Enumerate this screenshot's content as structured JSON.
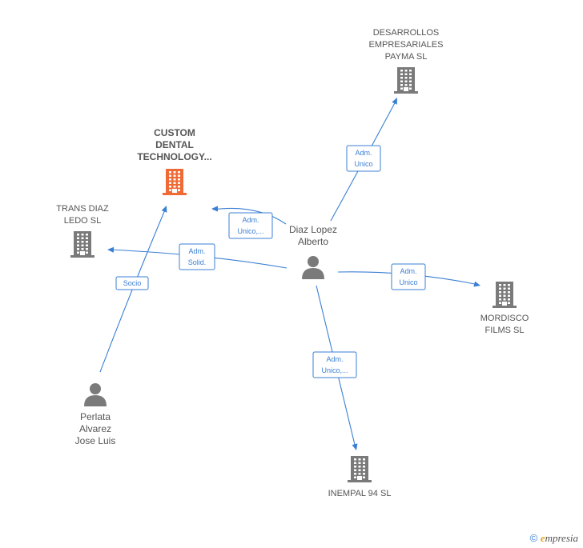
{
  "nodes": {
    "custom_dental": {
      "label": [
        "CUSTOM",
        "DENTAL",
        "TECHNOLOGY..."
      ],
      "kind": "company",
      "highlight": true
    },
    "desarrollos": {
      "label": [
        "DESARROLLOS",
        "EMPRESARIALES",
        "PAYMA  SL"
      ],
      "kind": "company"
    },
    "trans_diaz": {
      "label": [
        "TRANS DIAZ",
        "LEDO  SL"
      ],
      "kind": "company"
    },
    "mordisco": {
      "label": [
        "MORDISCO",
        "FILMS SL"
      ],
      "kind": "company"
    },
    "inempal": {
      "label": [
        "INEMPAL 94  SL"
      ],
      "kind": "company"
    },
    "diaz_lopez": {
      "label": [
        "Diaz Lopez",
        "Alberto"
      ],
      "kind": "person"
    },
    "perlata": {
      "label": [
        "Perlata",
        "Alvarez",
        "Jose Luis"
      ],
      "kind": "person"
    }
  },
  "edges": [
    {
      "id": "e_custom",
      "from": "diaz_lopez",
      "to": "custom_dental",
      "label": [
        "Adm.",
        "Unico,..."
      ]
    },
    {
      "id": "e_trans",
      "from": "diaz_lopez",
      "to": "trans_diaz",
      "label": [
        "Adm.",
        "Solid."
      ]
    },
    {
      "id": "e_desarrollos",
      "from": "diaz_lopez",
      "to": "desarrollos",
      "label": [
        "Adm.",
        "Unico"
      ]
    },
    {
      "id": "e_mordisco",
      "from": "diaz_lopez",
      "to": "mordisco",
      "label": [
        "Adm.",
        "Unico"
      ]
    },
    {
      "id": "e_inempal",
      "from": "diaz_lopez",
      "to": "inempal",
      "label": [
        "Adm.",
        "Unico,..."
      ]
    },
    {
      "id": "e_socio",
      "from": "perlata",
      "to": "custom_dental",
      "label": [
        "Socio"
      ]
    }
  ],
  "colors": {
    "edge": "#3b7fd4",
    "company_icon": "#7a7a7a",
    "highlight_icon": "#f06a35",
    "person_icon": "#7a7a7a"
  },
  "copyright": {
    "symbol": "©",
    "brand_initial": "e",
    "brand_rest": "mpresia"
  }
}
